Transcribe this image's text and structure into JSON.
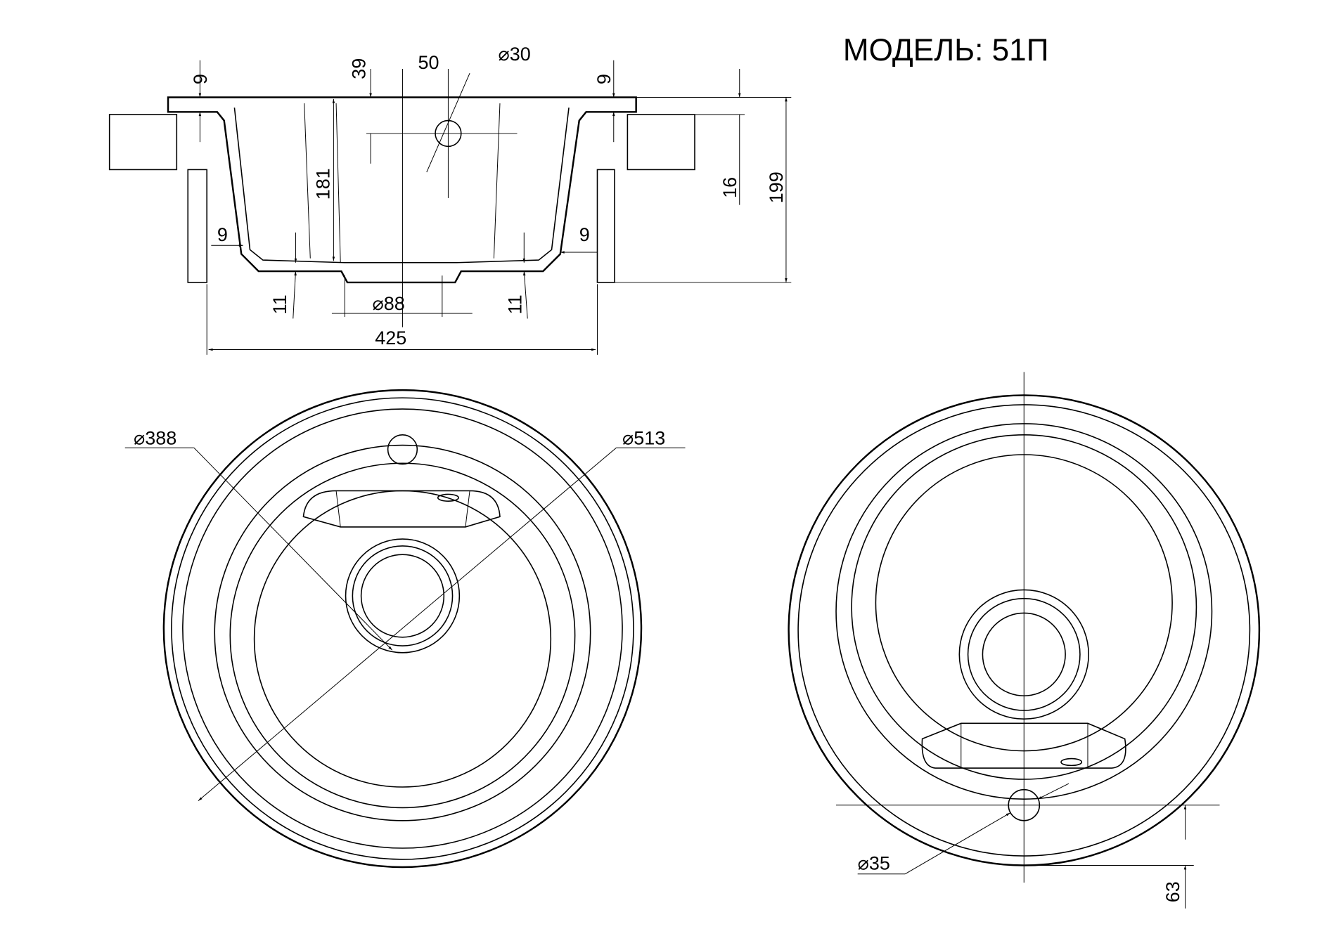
{
  "title": "МОДЕЛЬ: 51П",
  "section_view": {
    "dims": {
      "rim_left": "9",
      "tap_offset": "39",
      "tap_spacing": "50",
      "tap_hole": "⌀30",
      "rim_right": "9",
      "bowl_depth": "181",
      "counter_thickness": "16",
      "total_height": "199",
      "wall_left": "9",
      "wall_right": "9",
      "bottom_left": "11",
      "drain": "⌀88",
      "bottom_right": "11",
      "cabinet_width": "425"
    }
  },
  "top_view": {
    "dims": {
      "bowl_diameter": "⌀388",
      "outer_diameter": "⌀513"
    }
  },
  "bottom_view": {
    "dims": {
      "tap_hole": "⌀35",
      "tap_offset": "63"
    }
  },
  "colors": {
    "line": "#000000",
    "background": "#ffffff"
  }
}
